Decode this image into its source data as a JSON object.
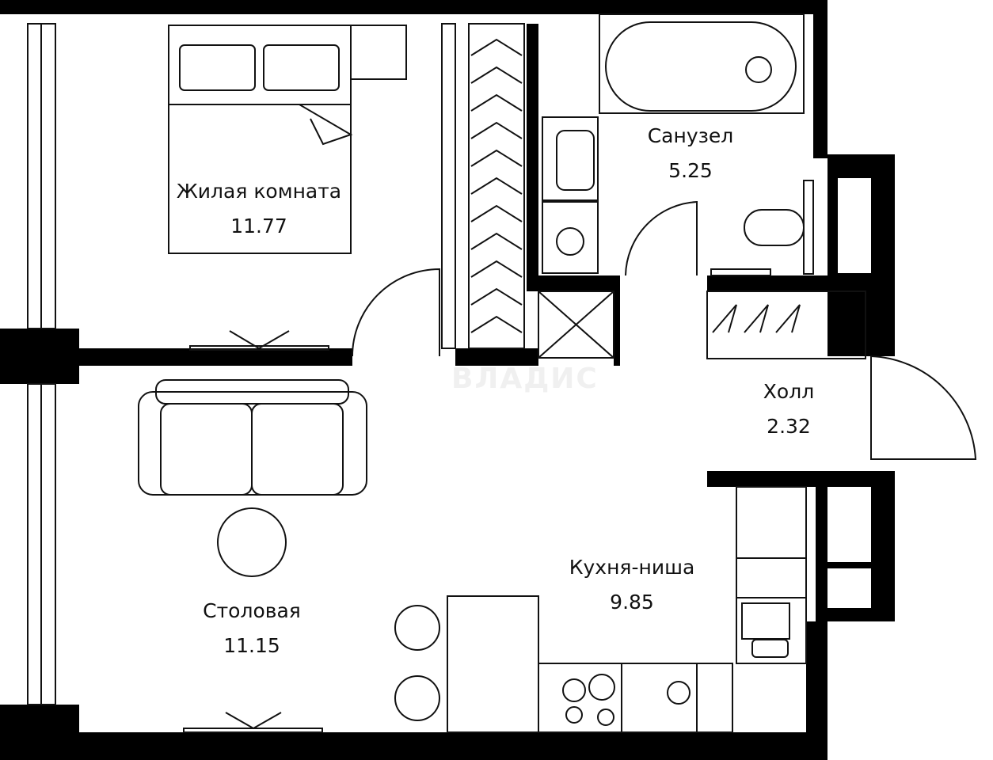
{
  "watermark": "ВЛАДИС",
  "colors": {
    "wall": "#000000",
    "line": "#111111",
    "background": "#ffffff"
  },
  "rooms": [
    {
      "name": "Жилая комната",
      "area": "11.77"
    },
    {
      "name": "Санузел",
      "area": "5.25"
    },
    {
      "name": "Холл",
      "area": "2.32"
    },
    {
      "name": "Кухня-ниша",
      "area": "9.85"
    },
    {
      "name": "Столовая",
      "area": "11.15"
    }
  ]
}
